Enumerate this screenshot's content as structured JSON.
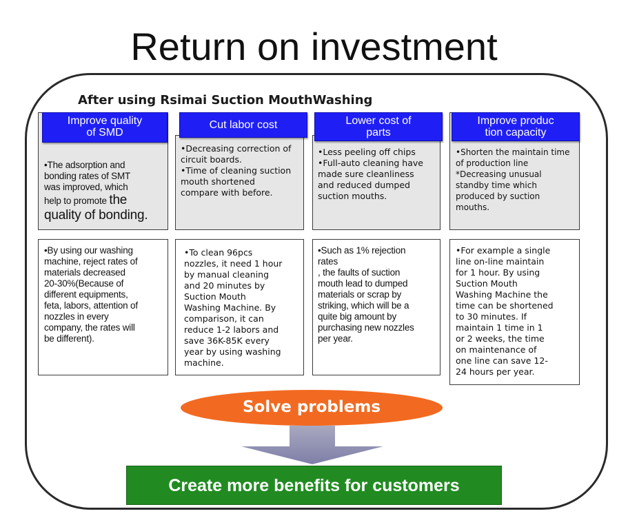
{
  "title": "Return on investment",
  "subtitle": "After using Rsimai Suction MouthWashing",
  "columns": [
    {
      "header": "Improve quality\nof SMD",
      "top_text": "•The adsorption and\nbonding rates of SMT\nwas improved, which\nhelp to  promote ",
      "top_text_big": "the\nquality of bonding.",
      "bottom_text": "•By using our washing\nmachine, reject rates of\nmaterials  decreased\n20-30%(Because of\ndifferent equipments,\nfeta,  labors, attention of\nnozzles in every\ncompany, the rates will\nbe different)."
    },
    {
      "header": "Cut labor cost",
      "top_text": "•Decreasing correction of\ncircuit boards.\n•Time of cleaning suction\nmouth shortened\ncompare with before.",
      "bottom_text": "•To clean 96pcs\nnozzles, it need 1 hour\nby manual cleaning\nand 20 minutes by\nSuction Mouth\nWashing Machine. By\ncomparison, it can\nreduce 1-2 labors and\nsave 36K-85K every\nyear by using washing\nmachine."
    },
    {
      "header": "Lower cost of\nparts",
      "top_text": "•Less peeling off chips\n•Full-auto cleaning have\nmade sure cleanliness\nand reduced dumped\nsuction mouths.",
      "bottom_text": "•Such as 1% rejection\nrates\n, the faults of suction\nmouth lead to dumped\nmaterials or scrap by\nstriking, which will be a\nquite big amount by\npurchasing new nozzles\nper year."
    },
    {
      "header": "Improve produc\ntion capacity",
      "top_text": "•Shorten the maintain time\nof production line\n*Decreasing unusual\nstandby time which\nproduced by  suction\nmouths.",
      "bottom_text": "•For example a single\nline on-line maintain\nfor 1 hour. By using\nSuction Mouth\nWashing Machine the\ntime can be shortened\nto 30 minutes. If\nmaintain 1 time in 1\nor 2 weeks, the time\non maintenance of\none line can save 12-\n24 hours per year."
    }
  ],
  "solve_label": "Solve problems",
  "benefit_label": "Create more benefits for customers",
  "colors": {
    "header_blue": "#1f1ff5",
    "box_grey": "#e6e6e6",
    "ellipse_orange": "#f26a21",
    "benefit_green": "#218b21",
    "arrow_grey": "#a8a8c0"
  }
}
